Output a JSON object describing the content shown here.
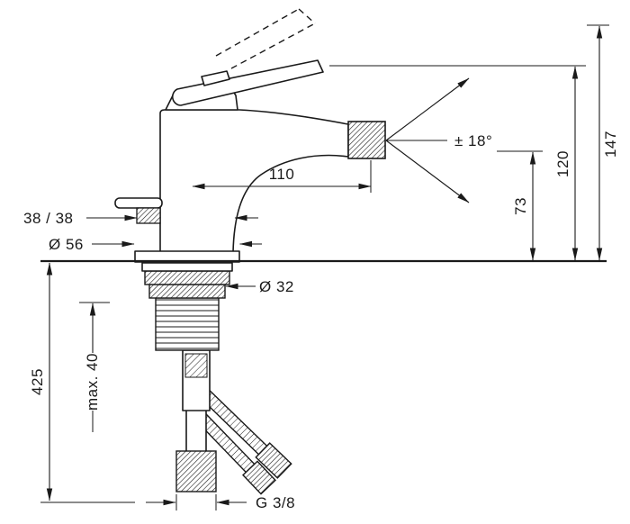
{
  "diagram": {
    "type": "technical-dimension-drawing",
    "subject": "single-lever bidet mixer, side elevation with mounting parts",
    "colors": {
      "line": "#1a1a1a",
      "background": "#ffffff"
    },
    "labels": {
      "lever_width": "38 / 38",
      "base_diameter": "Ø 56",
      "spout_reach": "110",
      "spray_angle": "± 18°",
      "outlet_height": "73",
      "body_height": "120",
      "total_height": "147",
      "shank_diameter": "Ø 32",
      "hose_length": "425",
      "max_mounting_depth": "max. 40",
      "thread_size": "G 3/8"
    }
  }
}
